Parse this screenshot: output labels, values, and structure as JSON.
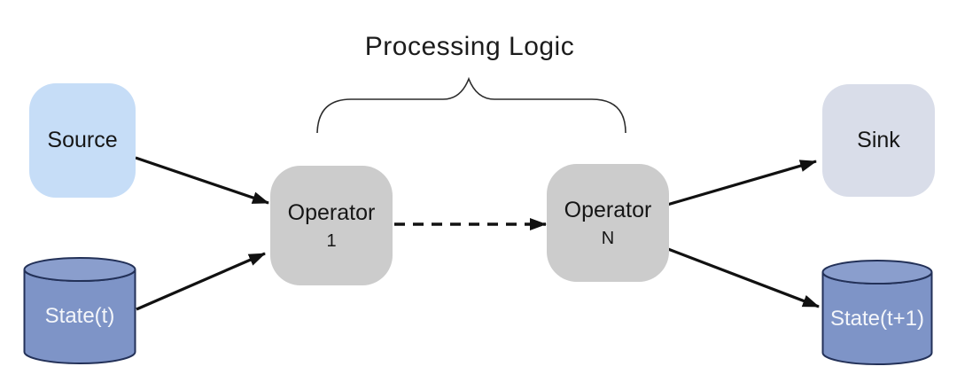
{
  "title": {
    "label": "Processing Logic"
  },
  "nodes": {
    "source": {
      "label": "Source",
      "shape": "rounded-box",
      "fill": "#c6ddf7"
    },
    "state_t": {
      "label": "State(t)",
      "shape": "cylinder",
      "fill": "#7e94c7"
    },
    "operator_1": {
      "label": "Operator",
      "sublabel": "1",
      "shape": "rounded-box",
      "fill": "#cccccc"
    },
    "operator_n": {
      "label": "Operator",
      "sublabel": "N",
      "shape": "rounded-box",
      "fill": "#cccccc"
    },
    "sink": {
      "label": "Sink",
      "shape": "rounded-box",
      "fill": "#d9dde9"
    },
    "state_t1": {
      "label": "State(t+1)",
      "shape": "cylinder",
      "fill": "#7e94c7"
    }
  },
  "edges": [
    {
      "from": "source",
      "to": "operator_1",
      "style": "solid",
      "arrowhead": true
    },
    {
      "from": "state_t",
      "to": "operator_1",
      "style": "solid",
      "arrowhead": true
    },
    {
      "from": "operator_1",
      "to": "operator_n",
      "style": "dashed",
      "arrowhead": true
    },
    {
      "from": "operator_n",
      "to": "sink",
      "style": "solid",
      "arrowhead": true
    },
    {
      "from": "operator_n",
      "to": "state_t1",
      "style": "solid",
      "arrowhead": true
    }
  ],
  "annotations": {
    "brace": {
      "type": "curly-brace-up",
      "groups": [
        "operator_1",
        "operator_n"
      ],
      "labelled_by": "Processing Logic"
    }
  },
  "colors": {
    "background": "#ffffff",
    "source_fill": "#c6ddf7",
    "sink_fill": "#d9dde9",
    "operator_fill": "#cccccc",
    "cylinder_fill": "#7e94c7",
    "cylinder_top_fill": "#8a9ecd",
    "cylinder_stroke": "#233158",
    "arrow_color": "#111111",
    "brace_color": "#2b2b2b",
    "text_dark": "#161616",
    "text_light": "#f4f6fa"
  }
}
